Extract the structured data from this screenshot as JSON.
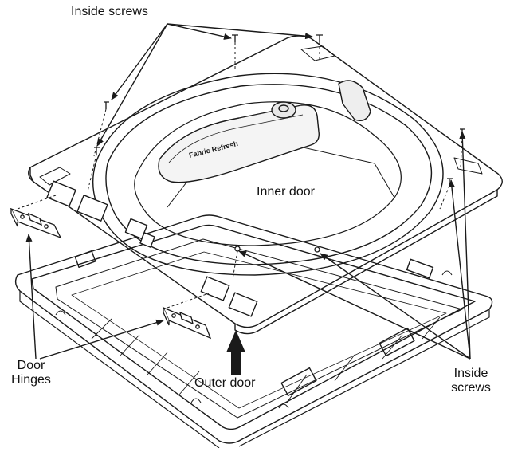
{
  "labels": {
    "inside_screws_top": "Inside screws",
    "inner_door": "Inner door",
    "door_hinges_line1": "Door",
    "door_hinges_line2": "Hinges",
    "outer_door": "Outer door",
    "inside_screws_right_line1": "Inside",
    "inside_screws_right_line2": "screws",
    "panel_logo": "Fabric Refresh"
  },
  "colors": {
    "line": "#1a1a1a",
    "background": "#ffffff",
    "shade": "#d9d9d9"
  }
}
